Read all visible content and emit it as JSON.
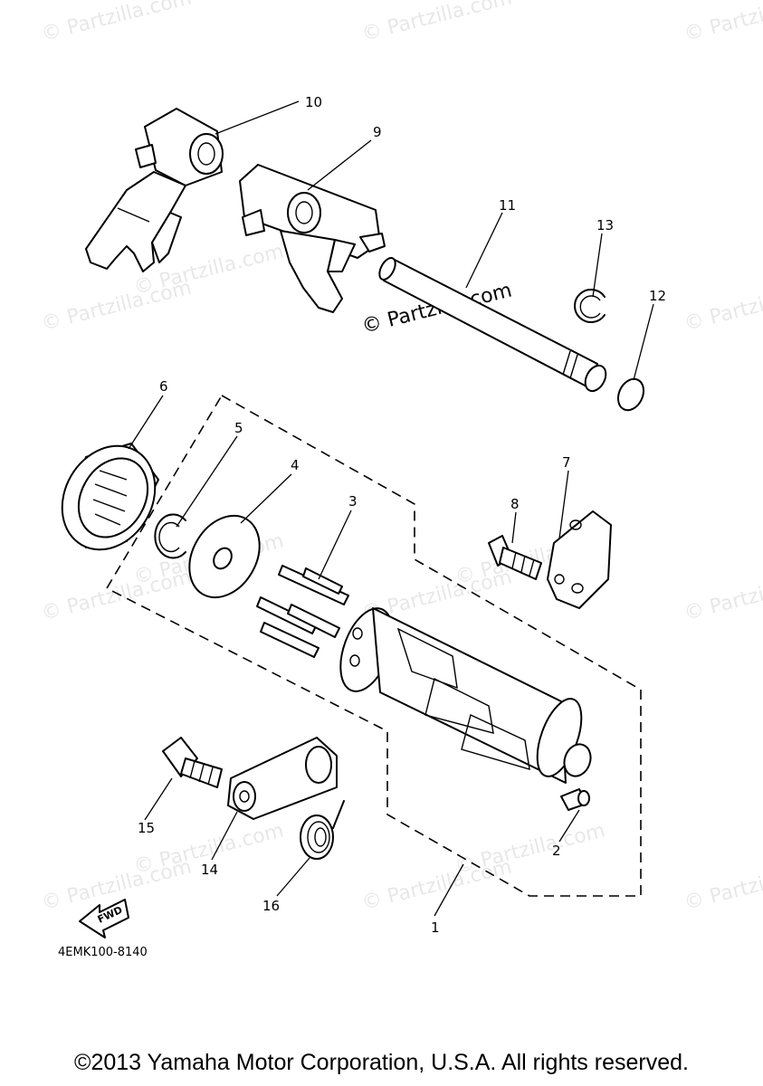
{
  "watermark": {
    "text": "© Partzilla.com",
    "center_text": "© Partzilla.com"
  },
  "labels": {
    "p1": "1",
    "p2": "2",
    "p3": "3",
    "p4": "4",
    "p5": "5",
    "p6": "6",
    "p7": "7",
    "p8": "8",
    "p9": "9",
    "p10": "10",
    "p11": "11",
    "p12": "12",
    "p13": "13",
    "p14": "14",
    "p15": "15",
    "p16": "16"
  },
  "fwd_label": "FWD",
  "diagram_code": "4EMK100-8140",
  "footer": {
    "copyright": "©2013 Yamaha Motor Corporation, U.S.A. All rights reserved."
  }
}
